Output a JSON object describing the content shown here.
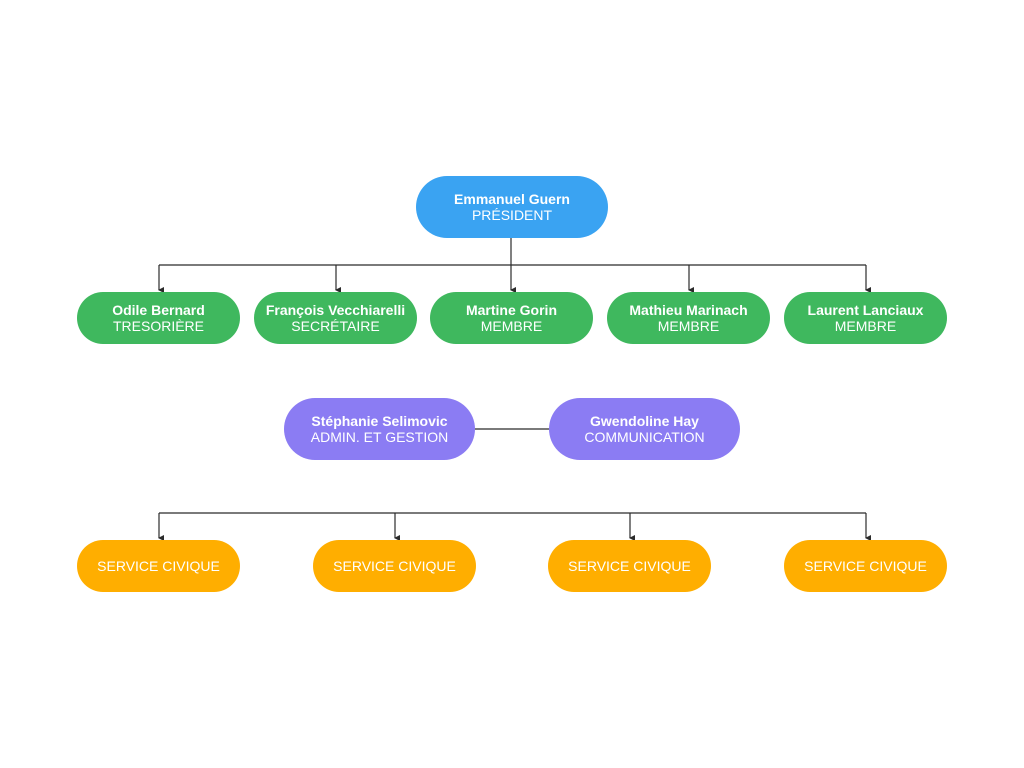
{
  "colors": {
    "president": "#3aa3f2",
    "board": "#3fb85e",
    "staff": "#8b7cf3",
    "service": "#ffae00",
    "line": "#2b2b2b"
  },
  "president": {
    "name": "Emmanuel Guern",
    "role": "PRÉSIDENT"
  },
  "board": [
    {
      "name": "Odile Bernard",
      "role": "TRESORIÈRE"
    },
    {
      "name": "François Vecchiarelli",
      "role": "SECRÉTAIRE"
    },
    {
      "name": "Martine Gorin",
      "role": "MEMBRE"
    },
    {
      "name": "Mathieu Marinach",
      "role": "MEMBRE"
    },
    {
      "name": "Laurent Lanciaux",
      "role": "MEMBRE"
    }
  ],
  "staff": [
    {
      "name": "Stéphanie Selimovic",
      "role": "ADMIN. ET GESTION"
    },
    {
      "name": "Gwendoline Hay",
      "role": "COMMUNICATION"
    }
  ],
  "services": [
    {
      "label": "SERVICE CIVIQUE"
    },
    {
      "label": "SERVICE CIVIQUE"
    },
    {
      "label": "SERVICE CIVIQUE"
    },
    {
      "label": "SERVICE CIVIQUE"
    }
  ]
}
